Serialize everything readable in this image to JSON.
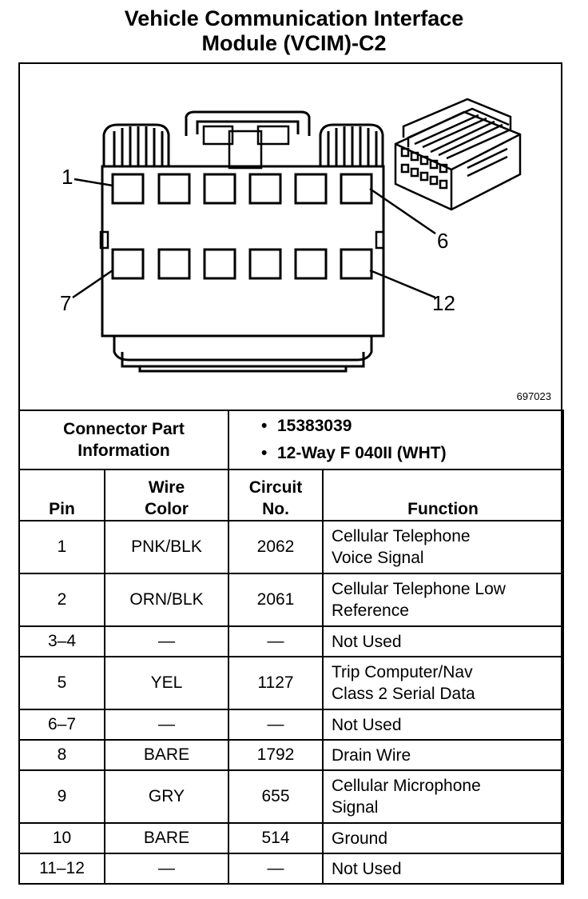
{
  "title_line1": "Vehicle Communication Interface",
  "title_line2": "Module (VCIM)-C2",
  "diagram": {
    "label_pin1": "1",
    "label_pin6": "6",
    "label_pin7": "7",
    "label_pin12": "12",
    "ref_number": "697023"
  },
  "connector_info": {
    "label_line1": "Connector Part",
    "label_line2": "Information",
    "part_number": "15383039",
    "description": "12-Way F 040II (WHT)",
    "bullet": "•"
  },
  "table": {
    "headers": {
      "pin": "Pin",
      "wire_color_1": "Wire",
      "wire_color_2": "Color",
      "circuit_1": "Circuit",
      "circuit_2": "No.",
      "function": "Function"
    },
    "rows": [
      {
        "pin": "1",
        "wire": "PNK/BLK",
        "circuit": "2062",
        "function_1": "Cellular Telephone",
        "function_2": "Voice Signal"
      },
      {
        "pin": "2",
        "wire": "ORN/BLK",
        "circuit": "2061",
        "function_1": "Cellular Telephone Low",
        "function_2": "Reference"
      },
      {
        "pin": "3–4",
        "wire": "—",
        "circuit": "—",
        "function_1": "Not Used",
        "function_2": ""
      },
      {
        "pin": "5",
        "wire": "YEL",
        "circuit": "1127",
        "function_1": "Trip Computer/Nav",
        "function_2": "Class 2 Serial Data"
      },
      {
        "pin": "6–7",
        "wire": "—",
        "circuit": "—",
        "function_1": "Not Used",
        "function_2": ""
      },
      {
        "pin": "8",
        "wire": "BARE",
        "circuit": "1792",
        "function_1": "Drain Wire",
        "function_2": ""
      },
      {
        "pin": "9",
        "wire": "GRY",
        "circuit": "655",
        "function_1": "Cellular Microphone",
        "function_2": "Signal"
      },
      {
        "pin": "10",
        "wire": "BARE",
        "circuit": "514",
        "function_1": "Ground",
        "function_2": ""
      },
      {
        "pin": "11–12",
        "wire": "—",
        "circuit": "—",
        "function_1": "Not Used",
        "function_2": ""
      }
    ]
  }
}
